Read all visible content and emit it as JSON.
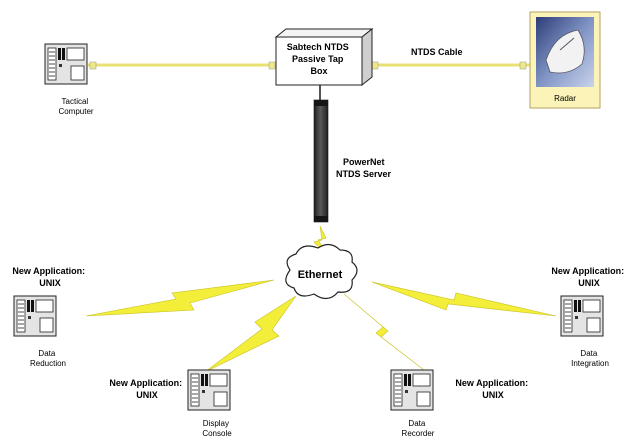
{
  "tap_box": {
    "lines": [
      "Sabtech NTDS",
      "Passive Tap",
      "Box"
    ]
  },
  "cable_label": "NTDS Cable",
  "radar": {
    "label": "Radar"
  },
  "tactical_computer": {
    "lines": [
      "Tactical",
      "Computer"
    ]
  },
  "server": {
    "lines": [
      "PowerNet",
      "NTDS Server"
    ]
  },
  "ethernet": {
    "label": "Ethernet"
  },
  "clients": {
    "data_reduction": {
      "app": [
        "New Application:",
        "UNIX"
      ],
      "caption": [
        "Data",
        "Reduction"
      ]
    },
    "display": {
      "app": [
        "New Application:",
        "UNIX"
      ],
      "caption": [
        "Display",
        "Console"
      ]
    },
    "data_recorder": {
      "app": [
        "New Application:",
        "UNIX"
      ],
      "caption": [
        "Data",
        "Recorder"
      ]
    },
    "data_integration": {
      "app": [
        "New Application:",
        "UNIX"
      ],
      "caption": [
        "Data",
        "Integration"
      ]
    }
  },
  "colors": {
    "cable": "#e8e070",
    "lightning": "#f2ee3a",
    "radar_bg": "#fbf3b8",
    "server": "#3a3a3a"
  }
}
